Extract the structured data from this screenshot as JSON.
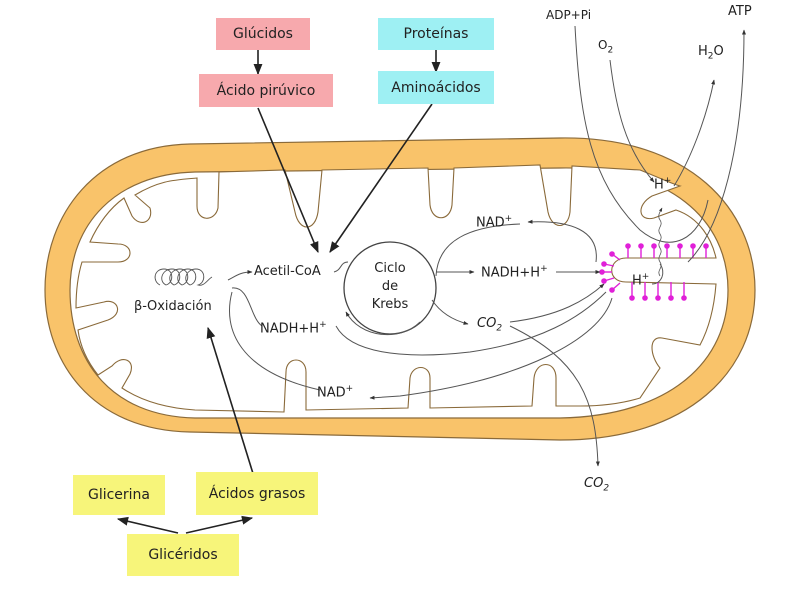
{
  "title": "Mitochondrial metabolism diagram",
  "colors": {
    "membrane": "#f9c36a",
    "membrane_stroke": "#8a6a3a",
    "glucidos_box": "#f7a9ad",
    "proteinas_box": "#9ef0f3",
    "lipidos_box": "#f7f57a",
    "atp_synthase": "#e020d8",
    "arrow": "#222222",
    "thin_line": "#555555"
  },
  "boxes": {
    "glucidos": "Glúcidos",
    "acido_piruvico": "Ácido pirúvico",
    "proteinas": "Proteínas",
    "aminoacidos": "Aminoácidos",
    "glicerina": "Glicerina",
    "acidos_grasos": "Ácidos grasos",
    "gliceridos": "Glicéridos"
  },
  "labels": {
    "beta_oxidacion": "β-Oxidación",
    "acetil_coa": "Acetil-CoA",
    "ciclo_line1": "Ciclo",
    "ciclo_line2": "de",
    "ciclo_line3": "Krebs",
    "nad_top": "NAD",
    "nadh_right": "NADH+H",
    "co2_inner": "CO",
    "nadh_left": "NADH+H",
    "nad_bottom": "NAD",
    "co2_outer": "CO",
    "adp_pi": "ADP+Pi",
    "o2": "O",
    "h2o_h": "H",
    "h2o_o": "O",
    "atp": "ATP",
    "h_plus_upper": "H",
    "h_plus_lower": "H",
    "plus": "+",
    "sub2": "2"
  }
}
